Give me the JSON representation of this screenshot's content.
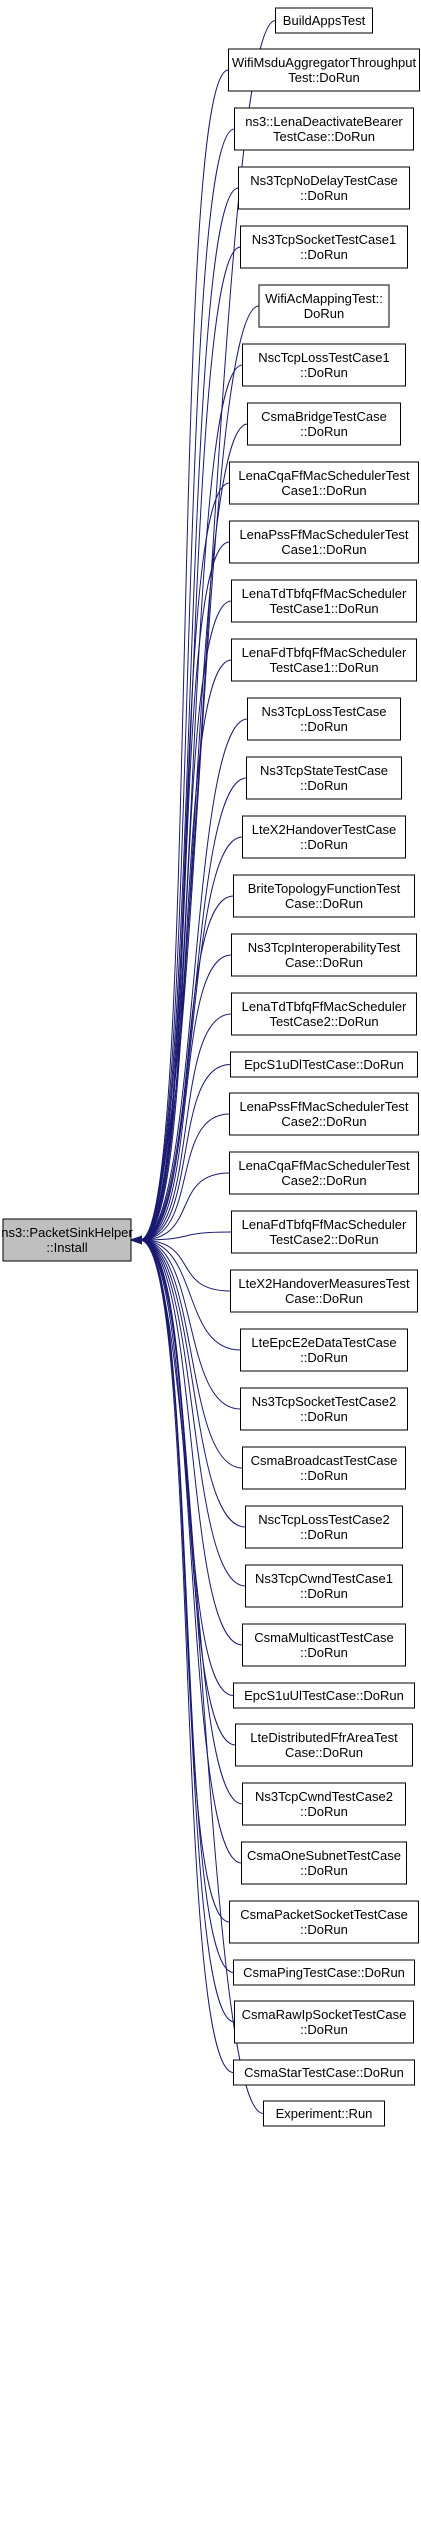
{
  "root": {
    "lines": [
      "ns3::PacketSinkHelper",
      "::Install"
    ],
    "colors": {
      "fill": "#bfbfbf",
      "stroke": "#000000"
    }
  },
  "edge_color": "#191970",
  "callers": [
    {
      "lines": [
        "BuildAppsTest"
      ]
    },
    {
      "lines": [
        "WifiMsduAggregatorThroughput",
        "Test::DoRun"
      ]
    },
    {
      "lines": [
        "ns3::LenaDeactivateBearer",
        "TestCase::DoRun"
      ]
    },
    {
      "lines": [
        "Ns3TcpNoDelayTestCase",
        "::DoRun"
      ]
    },
    {
      "lines": [
        "Ns3TcpSocketTestCase1",
        "::DoRun"
      ]
    },
    {
      "lines": [
        "WifiAcMappingTest::",
        "DoRun"
      ]
    },
    {
      "lines": [
        "NscTcpLossTestCase1",
        "::DoRun"
      ]
    },
    {
      "lines": [
        "CsmaBridgeTestCase",
        "::DoRun"
      ]
    },
    {
      "lines": [
        "LenaCqaFfMacSchedulerTest",
        "Case1::DoRun"
      ]
    },
    {
      "lines": [
        "LenaPssFfMacSchedulerTest",
        "Case1::DoRun"
      ]
    },
    {
      "lines": [
        "LenaTdTbfqFfMacScheduler",
        "TestCase1::DoRun"
      ]
    },
    {
      "lines": [
        "LenaFdTbfqFfMacScheduler",
        "TestCase1::DoRun"
      ]
    },
    {
      "lines": [
        "Ns3TcpLossTestCase",
        "::DoRun"
      ]
    },
    {
      "lines": [
        "Ns3TcpStateTestCase",
        "::DoRun"
      ]
    },
    {
      "lines": [
        "LteX2HandoverTestCase",
        "::DoRun"
      ]
    },
    {
      "lines": [
        "BriteTopologyFunctionTest",
        "Case::DoRun"
      ]
    },
    {
      "lines": [
        "Ns3TcpInteroperabilityTest",
        "Case::DoRun"
      ]
    },
    {
      "lines": [
        "LenaTdTbfqFfMacScheduler",
        "TestCase2::DoRun"
      ]
    },
    {
      "lines": [
        "EpcS1uDlTestCase::DoRun"
      ]
    },
    {
      "lines": [
        "LenaPssFfMacSchedulerTest",
        "Case2::DoRun"
      ]
    },
    {
      "lines": [
        "LenaCqaFfMacSchedulerTest",
        "Case2::DoRun"
      ]
    },
    {
      "lines": [
        "LenaFdTbfqFfMacScheduler",
        "TestCase2::DoRun"
      ]
    },
    {
      "lines": [
        "LteX2HandoverMeasuresTest",
        "Case::DoRun"
      ]
    },
    {
      "lines": [
        "LteEpcE2eDataTestCase",
        "::DoRun"
      ]
    },
    {
      "lines": [
        "Ns3TcpSocketTestCase2",
        "::DoRun"
      ]
    },
    {
      "lines": [
        "CsmaBroadcastTestCase",
        "::DoRun"
      ]
    },
    {
      "lines": [
        "NscTcpLossTestCase2",
        "::DoRun"
      ]
    },
    {
      "lines": [
        "Ns3TcpCwndTestCase1",
        "::DoRun"
      ]
    },
    {
      "lines": [
        "CsmaMulticastTestCase",
        "::DoRun"
      ]
    },
    {
      "lines": [
        "EpcS1uUlTestCase::DoRun"
      ]
    },
    {
      "lines": [
        "LteDistributedFfrAreaTest",
        "Case::DoRun"
      ]
    },
    {
      "lines": [
        "Ns3TcpCwndTestCase2",
        "::DoRun"
      ]
    },
    {
      "lines": [
        "CsmaOneSubnetTestCase",
        "::DoRun"
      ]
    },
    {
      "lines": [
        "CsmaPacketSocketTestCase",
        "::DoRun"
      ]
    },
    {
      "lines": [
        "CsmaPingTestCase::DoRun"
      ]
    },
    {
      "lines": [
        "CsmaRawIpSocketTestCase",
        "::DoRun"
      ]
    },
    {
      "lines": [
        "CsmaStarTestCase::DoRun"
      ]
    },
    {
      "lines": [
        "Experiment::Run"
      ]
    }
  ]
}
